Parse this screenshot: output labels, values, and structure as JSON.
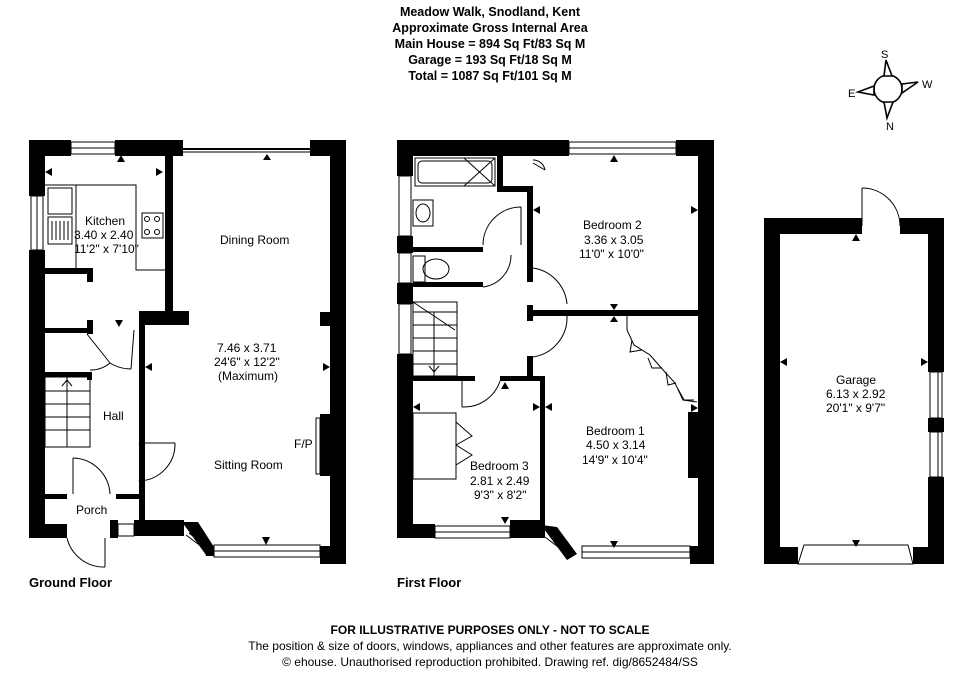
{
  "header": {
    "address": "Meadow Walk, Snodland, Kent",
    "subtitle": "Approximate Gross Internal Area",
    "main_house": "Main House = 894 Sq Ft/83 Sq M",
    "garage": "Garage = 193 Sq Ft/18 Sq M",
    "total": "Total = 1087 Sq Ft/101 Sq M"
  },
  "compass": {
    "s": "S",
    "e": "E",
    "w": "W",
    "n": "N"
  },
  "ground_floor": {
    "label": "Ground Floor",
    "kitchen": {
      "name": "Kitchen",
      "metric": "3.40 x 2.40",
      "imperial": "11'2\" x 7'10\""
    },
    "dining": {
      "name": "Dining Room"
    },
    "living": {
      "metric": "7.46 x 3.71",
      "imperial": "24'6\" x 12'2\"",
      "note": "(Maximum)"
    },
    "sitting": {
      "name": "Sitting Room"
    },
    "fireplace": "F/P",
    "hall": "Hall",
    "porch": "Porch"
  },
  "first_floor": {
    "label": "First Floor",
    "bedroom2": {
      "name": "Bedroom 2",
      "metric": "3.36 x 3.05",
      "imperial": "11'0\" x 10'0\""
    },
    "bedroom1": {
      "name": "Bedroom 1",
      "metric": "4.50 x 3.14",
      "imperial": "14'9\" x 10'4\""
    },
    "bedroom3": {
      "name": "Bedroom 3",
      "metric": "2.81 x 2.49",
      "imperial": "9'3\" x 8'2\""
    }
  },
  "garage_plan": {
    "name": "Garage",
    "metric": "6.13 x 2.92",
    "imperial": "20'1\" x 9'7\""
  },
  "footer": {
    "disclaimer": "FOR ILLUSTRATIVE PURPOSES ONLY - NOT TO SCALE",
    "note": "The position & size of doors, windows, appliances and other features are approximate only.",
    "copyright": "© ehouse. Unauthorised reproduction prohibited. Drawing ref. dig/8652484/SS"
  }
}
